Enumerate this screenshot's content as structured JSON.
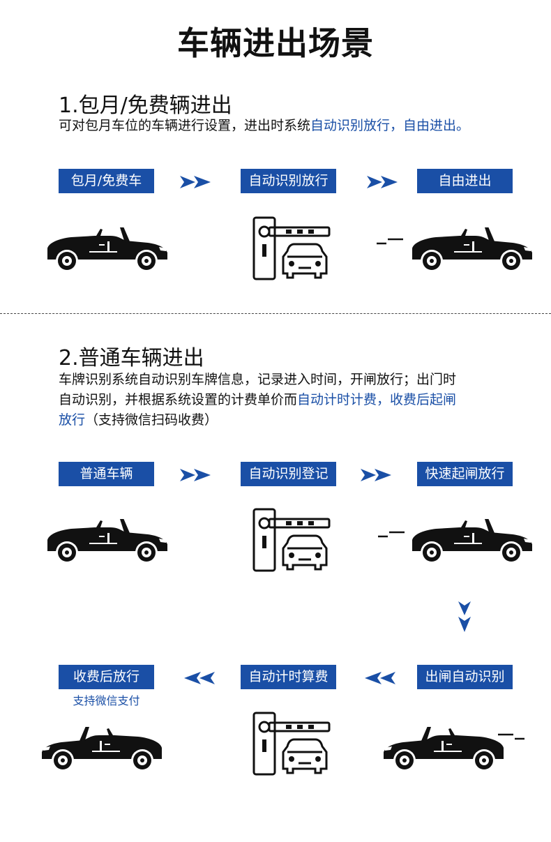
{
  "page": {
    "title": "车辆进出场景"
  },
  "section1": {
    "title": "1.包月/免费辆进出",
    "desc_plain": "可对包月车位的车辆进行设置，进出时系统",
    "desc_highlight": "自动识别放行，自由进出。",
    "steps": [
      "包月/免费车",
      "自动识别放行",
      "自由进出"
    ]
  },
  "section2": {
    "title": "2.普通车辆进出",
    "desc_line1": "车牌识别系统自动识别车牌信息，记录进入时间，开闸放行；出门时",
    "desc_line2_plain": "自动识别，并根据系统设置的计费单价而",
    "desc_line2_highlight": "自动计时计费，收费后起闸",
    "desc_line3_highlight": "放行",
    "desc_line3_plain": "（支持微信扫码收费）",
    "row1_steps": [
      "普通车辆",
      "自动识别登记",
      "快速起闸放行"
    ],
    "row2_steps": [
      "收费后放行",
      "自动计时算费",
      "出闸自动识别"
    ],
    "pay_note": "支持微信支付"
  },
  "icons": {
    "car": "convertible-car-icon",
    "barrier": "parking-barrier-gate-icon",
    "arrow_right": "double-arrow-right-icon",
    "arrow_left": "double-arrow-left-icon",
    "arrow_down": "double-arrow-down-icon"
  },
  "colors": {
    "accent": "#1a4fa6",
    "text": "#111111"
  }
}
